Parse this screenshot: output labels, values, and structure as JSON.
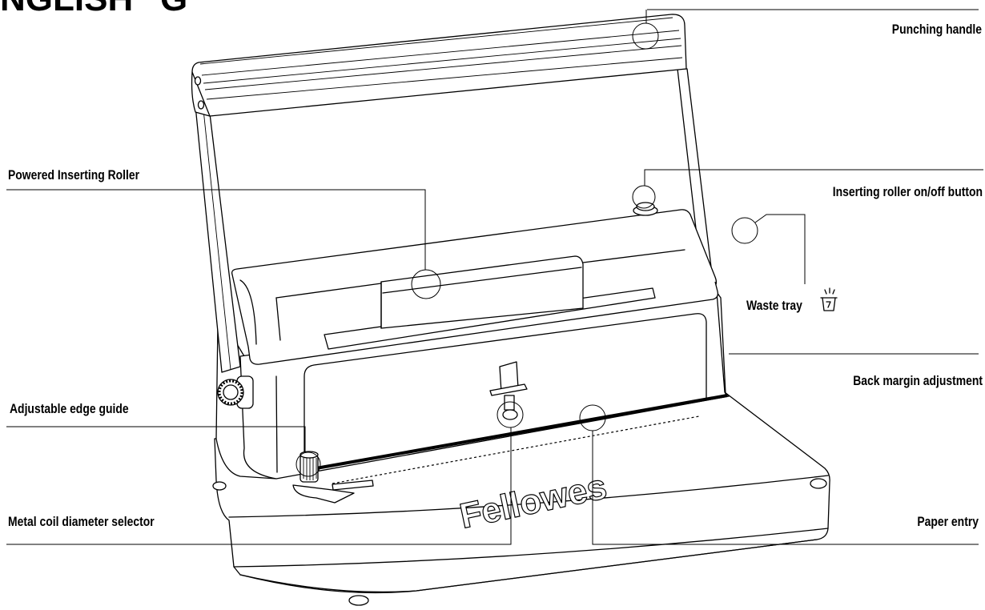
{
  "header": {
    "lang": "NGLISH",
    "mark": "G"
  },
  "labels": {
    "punching_handle": "Punching handle",
    "powered_inserting_roller": "Powered Inserting Roller",
    "roller_button": "Inserting roller on/off button",
    "waste_tray": "Waste tray",
    "back_margin": "Back margin adjustment",
    "edge_guide": "Adjustable edge guide",
    "coil_selector": "Metal coil diameter selector",
    "paper_entry": "Paper entry"
  },
  "brand": {
    "logo_text": "Fellowes"
  },
  "icons": {
    "waste_tray": "trash-bin-icon"
  },
  "colors": {
    "line": "#000000",
    "background": "#ffffff"
  }
}
